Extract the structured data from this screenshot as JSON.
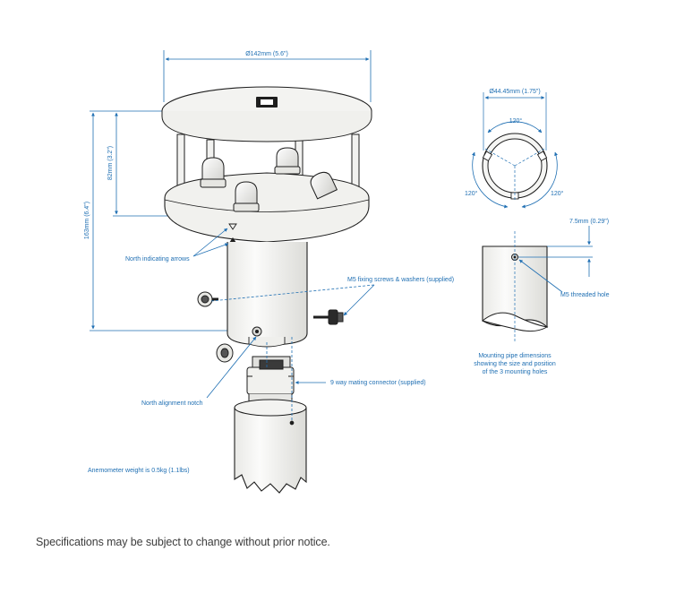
{
  "dimensions": {
    "diameter": "Ø142mm (5.6\")",
    "height": "163mm (6.4\")",
    "upper_height": "82mm (3.2\")",
    "pipe_diameter": "Ø44.45mm (1.75\")",
    "angle_top": "120°",
    "angle_left": "120°",
    "angle_right": "120°",
    "hole_offset": "7.5mm (0.29\")"
  },
  "labels": {
    "north_arrows": "North indicating arrows",
    "m5_screws": "M5 fixing screws & washers (supplied)",
    "m5_hole": "M5 threaded hole",
    "pipe_desc": [
      "Mounting pipe dimensions",
      "showing the size and position",
      "of the 3 mounting holes"
    ],
    "mating_connector": "9 way mating connector (supplied)",
    "north_notch": "North alignment notch",
    "weight": "Anemometer weight is 0.5kg (1.1lbs)"
  },
  "colors": {
    "annotation": "#1f6fb3",
    "line": "#1e1e1e",
    "body_fill": "#f4f4f2"
  },
  "footer": "Specifications may be subject to change without prior notice."
}
